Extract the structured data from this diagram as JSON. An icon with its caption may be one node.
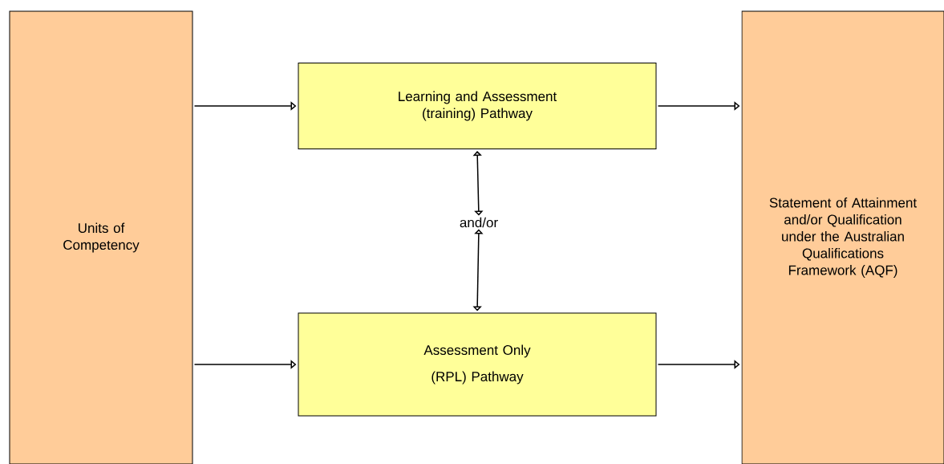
{
  "diagram": {
    "nodes": [
      {
        "text": [
          "Units of Competency"
        ]
      },
      {
        "text": [
          "Learning and Assessment (training) Pathway"
        ]
      },
      {
        "text": [
          "and/or"
        ]
      },
      {
        "text": [
          "Assessment Only",
          "(RPL) Pathway"
        ]
      },
      {
        "text": [
          "Statement of Attainment and/or Qualification under the Australian Qualifications Framework (AQF)"
        ]
      }
    ],
    "edges": [
      {
        "from": 0,
        "to": 1,
        "arrow": "to"
      },
      {
        "from": 0,
        "to": 3,
        "arrow": "to"
      },
      {
        "from": 1,
        "to": 2,
        "arrow": "both"
      },
      {
        "from": 2,
        "to": 3,
        "arrow": "both"
      },
      {
        "from": 1,
        "to": 4,
        "arrow": "to"
      },
      {
        "from": 3,
        "to": 4,
        "arrow": "to"
      }
    ]
  }
}
